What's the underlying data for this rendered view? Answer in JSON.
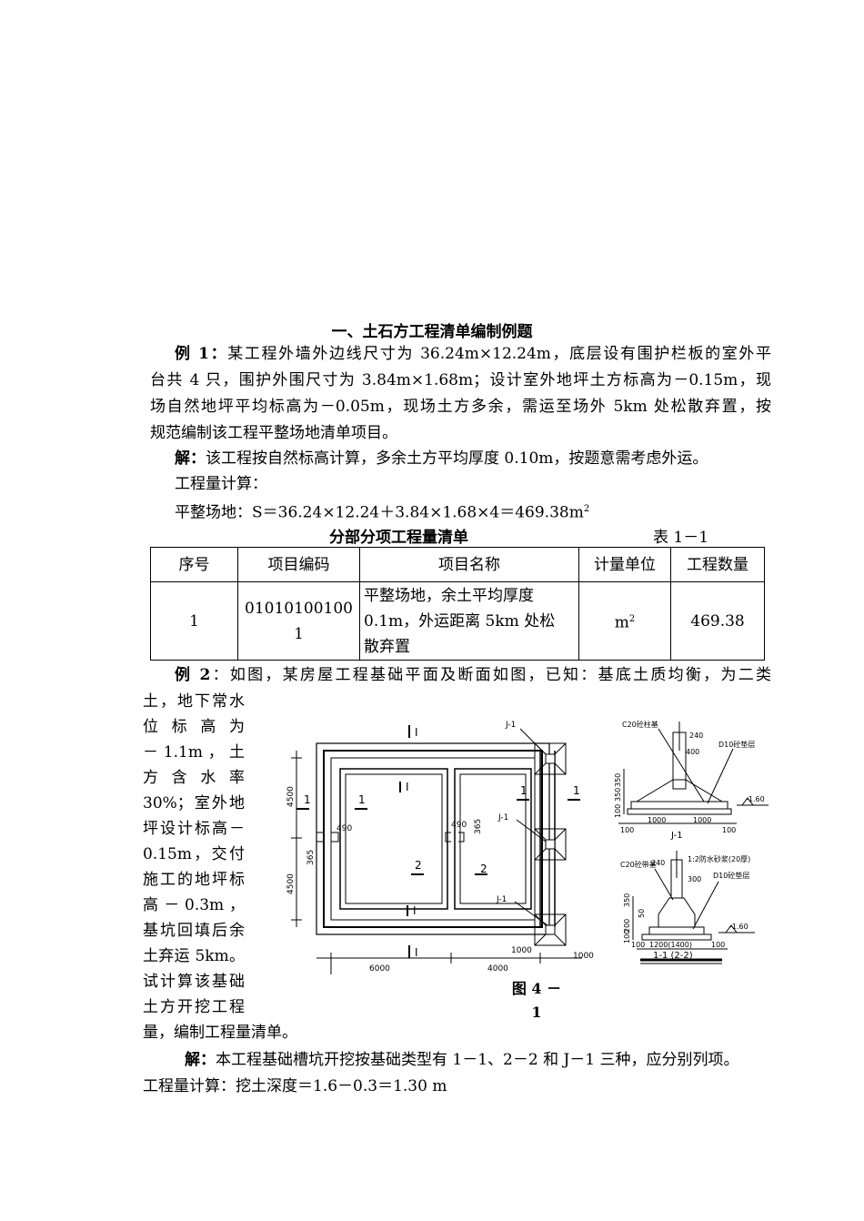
{
  "title": "一、土石方工程清单编制例题",
  "example1": {
    "label": "例 1：",
    "lines": [
      "某工程外墙外边线尺寸为 36.24m×12.24m，底层设有围护栏板的室外平",
      "台共 4 只，围护外围尺寸为 3.84m×1.68m；设计室外地坪土方标高为－0.15m，现",
      "场自然地坪平均标高为－0.05m，现场土方多余，需运至场外 5km 处松散弃置，按",
      "规范编制该工程平整场地清单项目。"
    ],
    "solution_label": "解：",
    "solution_text": "该工程按自然标高计算，多余土方平均厚度 0.10m，按题意需考虑外运。",
    "calc_heading": "工程量计算：",
    "calc_formula": "平整场地：S＝36.24×12.24＋3.84×1.68×4＝469.38m",
    "calc_sup": "2"
  },
  "table": {
    "caption": "分部分项工程量清单",
    "number": "表 1－1",
    "headers": [
      "序号",
      "项目编码",
      "项目名称",
      "计量单位",
      "工程数量"
    ],
    "row": {
      "index": "1",
      "code_line1": "01010100100",
      "code_line2": "1",
      "name_line1": "平整场地，余土平均厚度",
      "name_line2": "0.1m，外运距离 5km 处松",
      "name_line3": "散弃置",
      "unit": "m",
      "unit_sup": "2",
      "quantity": "469.38"
    }
  },
  "example2": {
    "label": "例 2",
    "first_line": "：如图，某房屋工程基础平面及断面如图，已知：基底土质均衡，为二类",
    "narrow_lines": [
      "土，地下常水",
      "位 标 高 为",
      "－ 1.1m ， 土",
      "方 含 水 率",
      "30%；室外地",
      "坪设计标高－",
      "0.15m，交付",
      "施工的地坪标",
      "高 － 0.3m ，",
      "基坑回填后余",
      "土弃运 5km。",
      "试计算该基础",
      "土方开挖工程"
    ],
    "last_line": "量，编制工程量清单。",
    "solution_label": "解：",
    "solution_text": "本工程基础槽坑开挖按基础类型有 1－1、2－2 和 J－1 三种，应分别列项。",
    "calc_line": "工程量计算：挖土深度＝1.6－0.3＝1.30 m"
  },
  "figure": {
    "caption_line1": "图 4 －",
    "caption_line2": "1",
    "plan": {
      "dims": [
        "6000",
        "4000",
        "4500",
        "4500",
        "1000",
        "1000",
        "490",
        "490",
        "365",
        "365"
      ],
      "cut_labels": [
        "1",
        "1",
        "1",
        "1",
        "2",
        "2"
      ],
      "section_marks": [
        "I",
        "I",
        "I",
        "I",
        "I",
        "I"
      ],
      "footing_labels": [
        "J-1",
        "J-1",
        "J-1"
      ]
    },
    "section_j1": {
      "labels": [
        "C20砼柱基",
        "D10砼垫层",
        "J-1"
      ],
      "dims": [
        "240",
        "400",
        "350",
        "350",
        "100",
        "1000",
        "1000",
        "-1.60",
        "100",
        "100"
      ]
    },
    "section_11": {
      "labels": [
        "C20砼带基",
        "1:2防水砂浆(20厚)",
        "D10砼垫层",
        "1-1 (2-2)"
      ],
      "dims": [
        "240",
        "300",
        "350",
        "50",
        "200",
        "100",
        "1200(1400)",
        "100",
        "100",
        "-1.60"
      ]
    }
  }
}
